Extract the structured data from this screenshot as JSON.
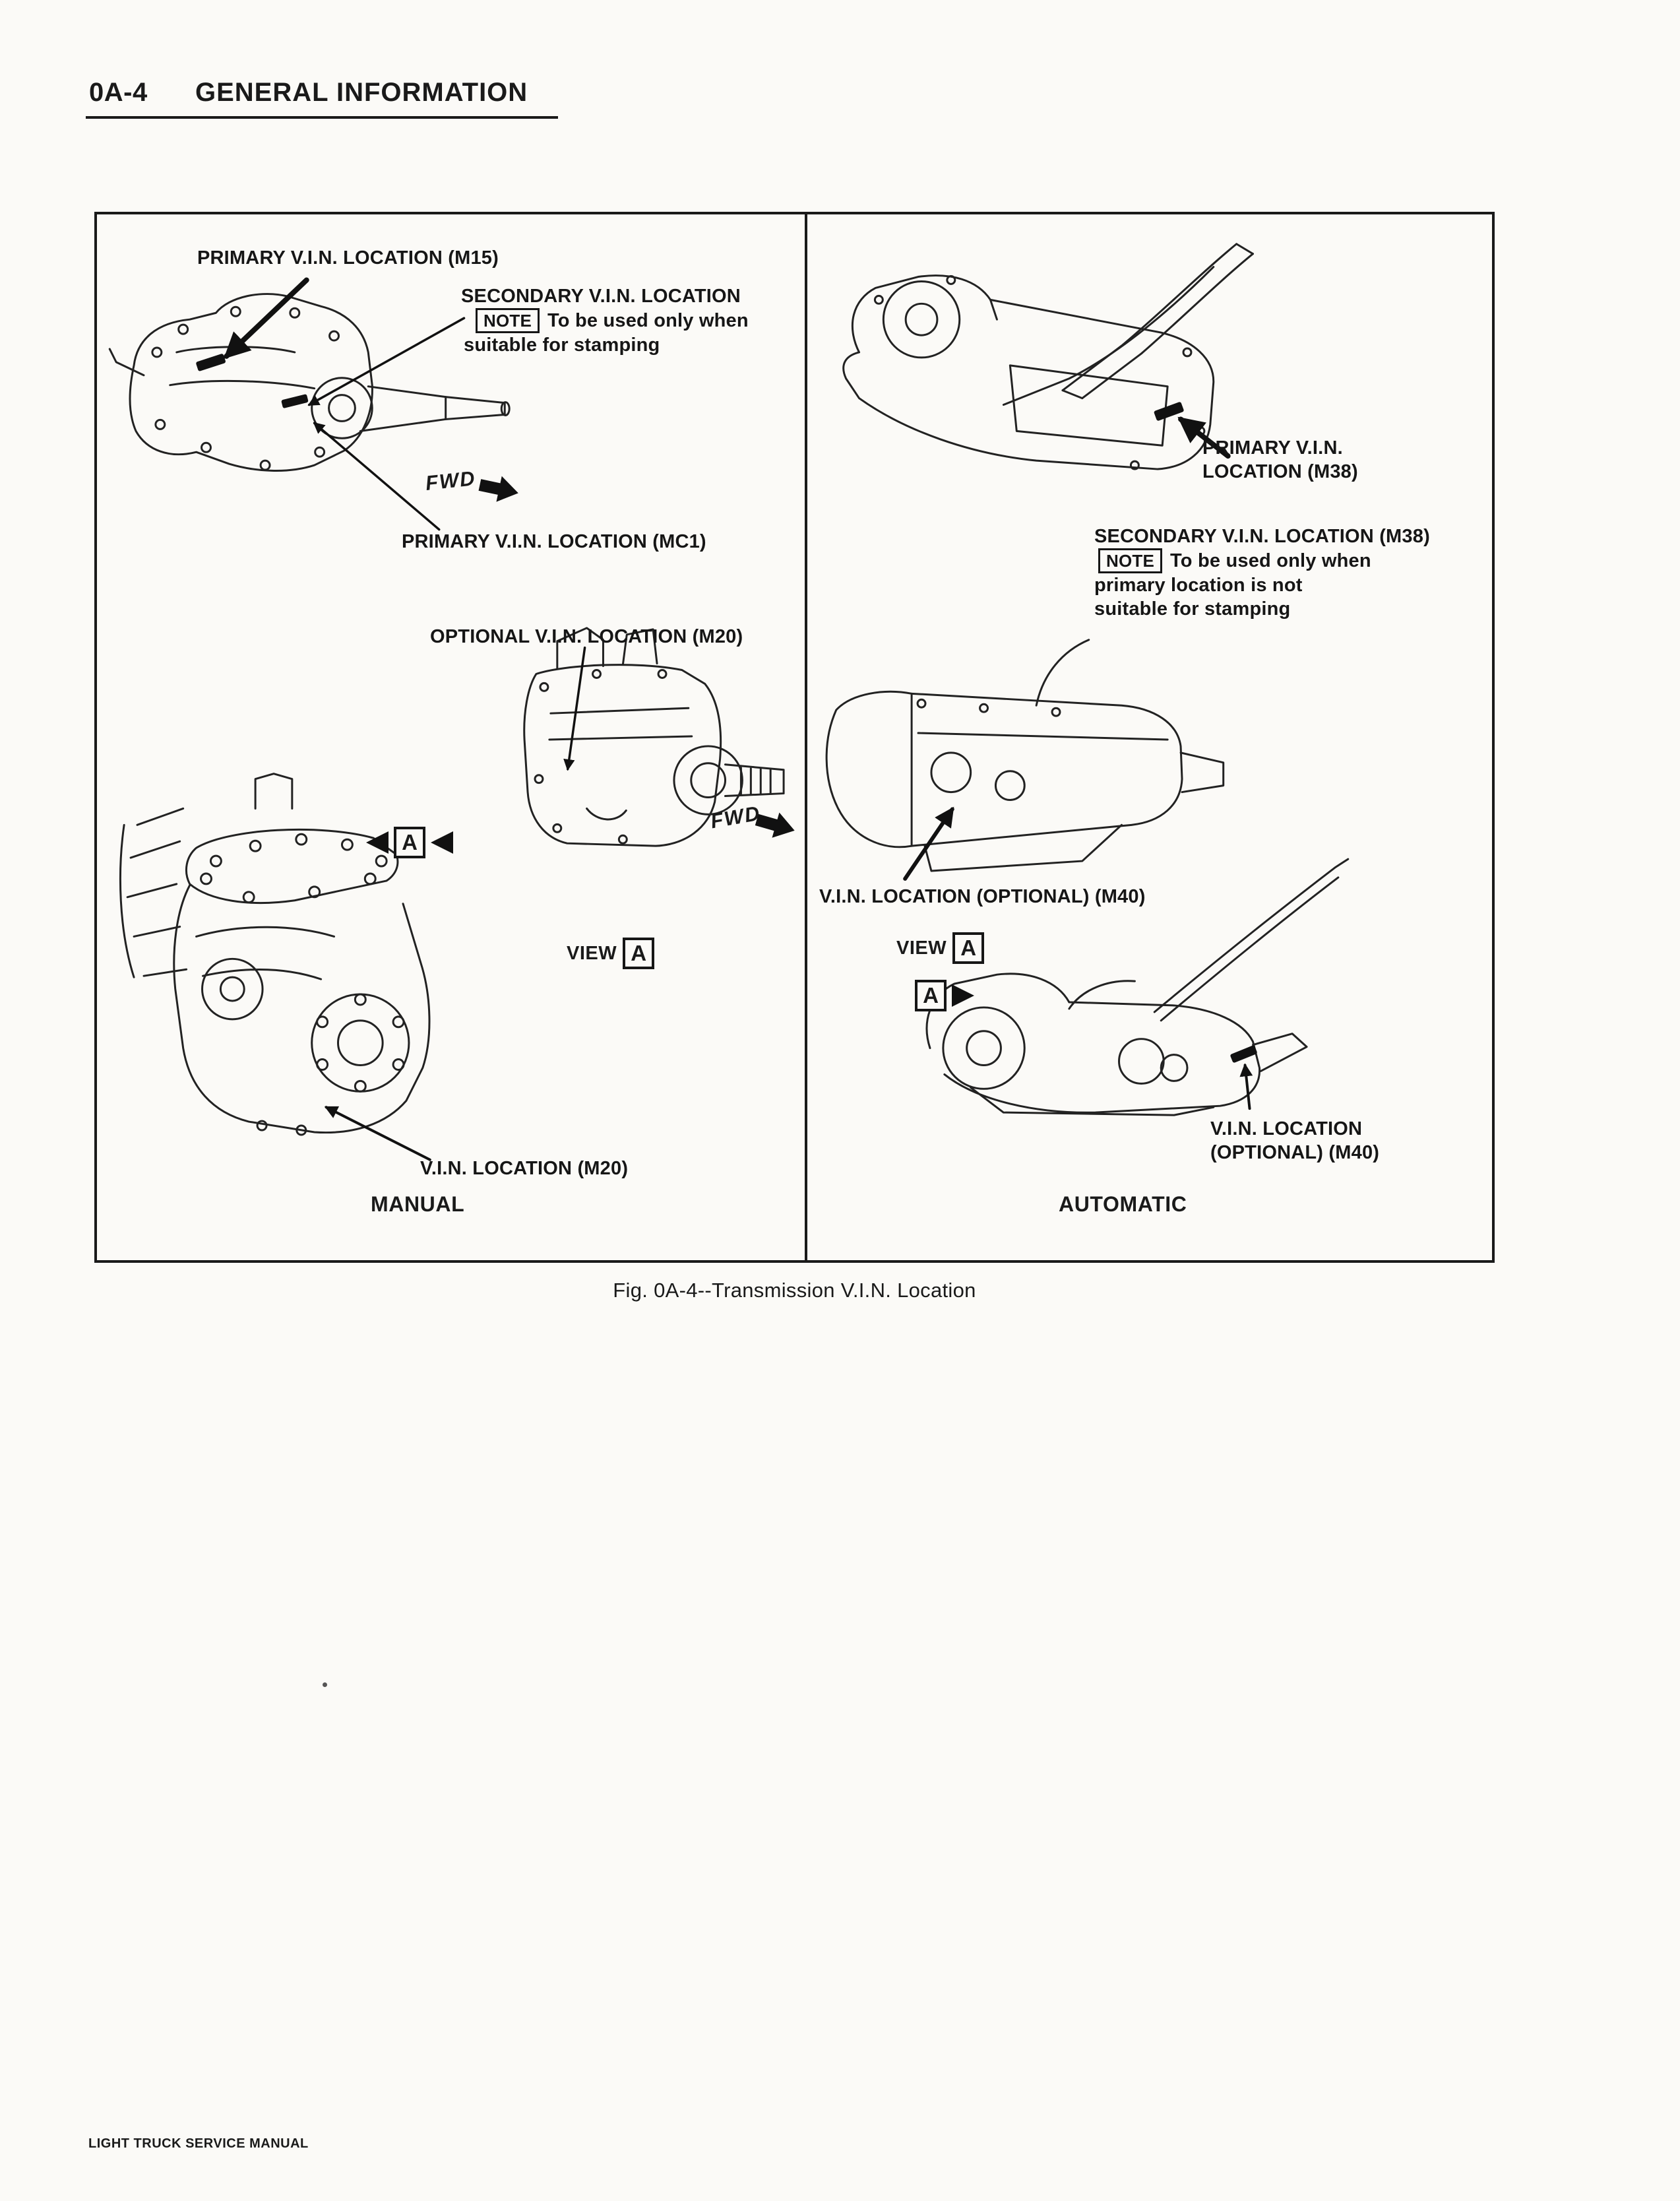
{
  "page": {
    "header": {
      "number": "0A-4",
      "title": "GENERAL INFORMATION"
    },
    "caption": "Fig. 0A-4--Transmission V.I.N. Location",
    "footer": "LIGHT TRUCK SERVICE MANUAL"
  },
  "figure": {
    "manual": {
      "title": "MANUAL",
      "primary_m15": "PRIMARY V.I.N. LOCATION (M15)",
      "secondary": {
        "title": "SECONDARY V.I.N. LOCATION",
        "note_tag": "NOTE",
        "line1": "To be used only when",
        "line2": "suitable for stamping"
      },
      "fwd_top": "FWD",
      "primary_mc1": "PRIMARY V.I.N. LOCATION (MC1)",
      "optional_m20": "OPTIONAL V.I.N. LOCATION (M20)",
      "fwd_side": "FWD",
      "view_label": "VIEW",
      "view_letter": "A",
      "marker_letter": "A",
      "vin_m20": "V.I.N. LOCATION (M20)"
    },
    "automatic": {
      "title": "AUTOMATIC",
      "primary_m38_line1": "PRIMARY V.I.N.",
      "primary_m38_line2": "LOCATION (M38)",
      "secondary": {
        "title": "SECONDARY V.I.N. LOCATION (M38)",
        "note_tag": "NOTE",
        "line1": "To be used only when",
        "line2": "primary location is not",
        "line3": "suitable for stamping"
      },
      "optional_m40": "V.I.N. LOCATION (OPTIONAL) (M40)",
      "view_label": "VIEW",
      "view_letter": "A",
      "marker_letter": "A",
      "vin_m40_line1": "V.I.N. LOCATION",
      "vin_m40_line2": "(OPTIONAL) (M40)"
    }
  }
}
